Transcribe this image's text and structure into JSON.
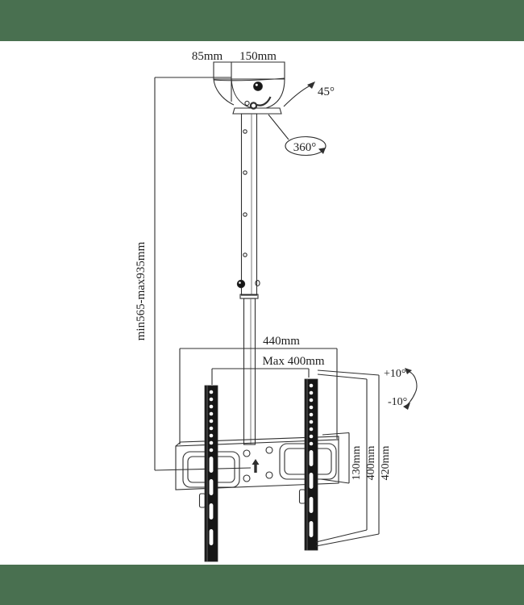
{
  "colors": {
    "banner_green": "#497050",
    "line": "#2f2f2f",
    "text": "#1d1d1d",
    "fill_dark": "#161616",
    "bg": "#ffffff"
  },
  "diagram": {
    "type": "ceiling-tv-mount-technical-drawing",
    "labels": {
      "depth": "85mm",
      "width": "150mm",
      "swivel": "45°",
      "rotation": "360°",
      "height_range": "min565-max935mm",
      "plate_width": "440mm",
      "vesa_max_width": "Max 400mm",
      "tilt_up": "+10°",
      "tilt_down": "-10°",
      "plate_height": "130mm",
      "vesa_height": "400mm",
      "rail_height": "420mm"
    }
  }
}
